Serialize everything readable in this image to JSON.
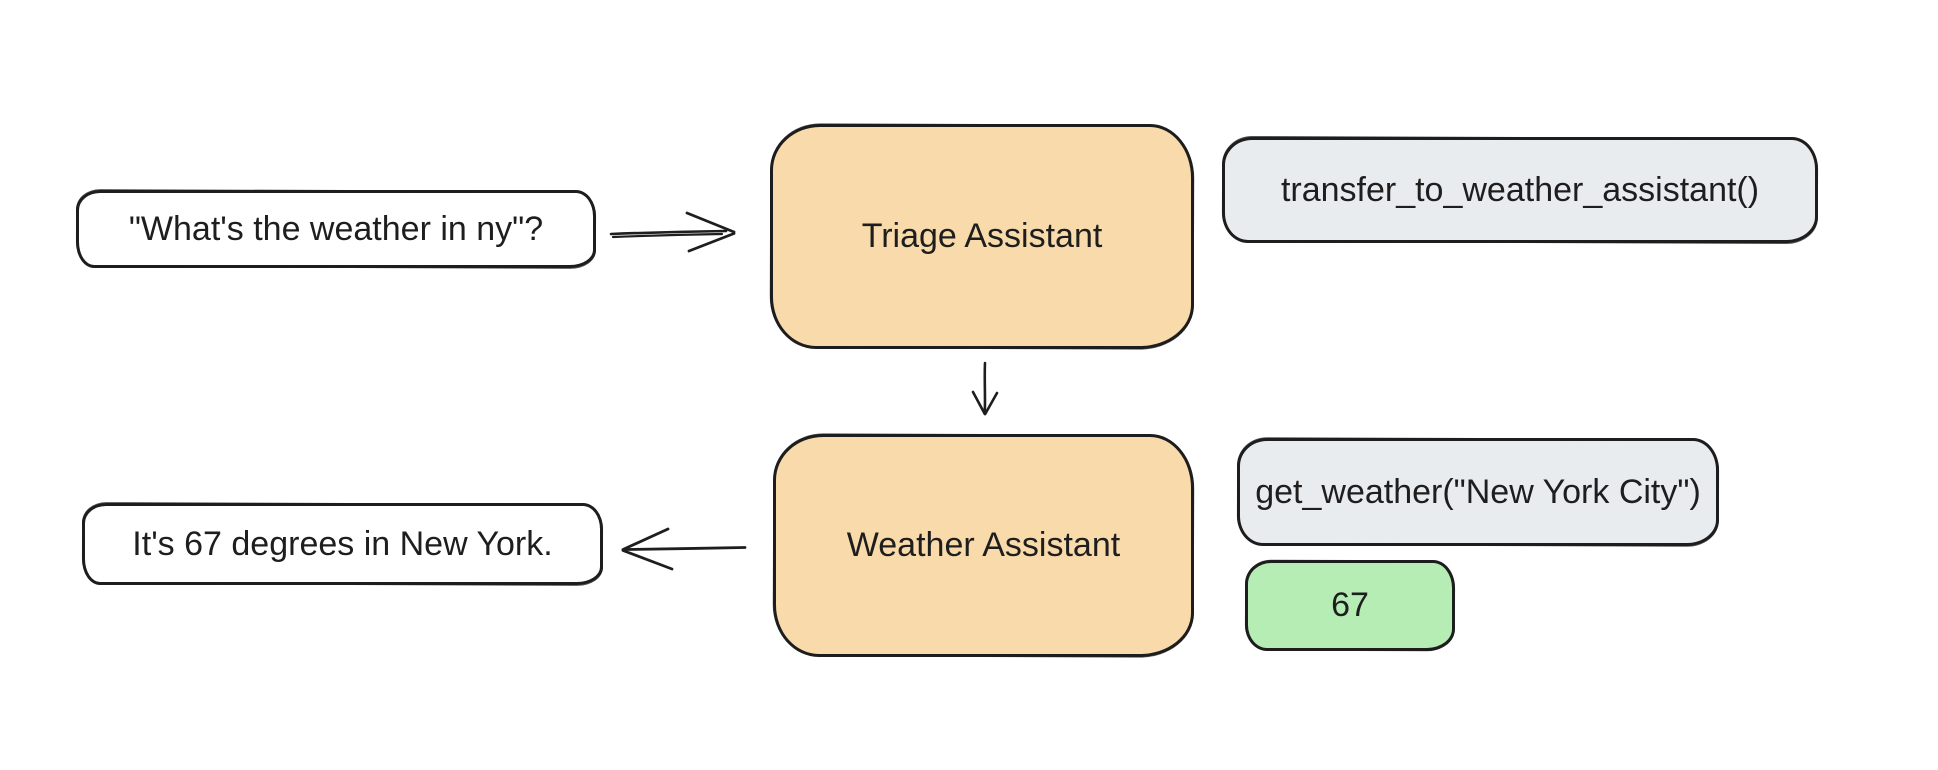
{
  "diagram": {
    "nodes": {
      "user_query": "\"What's the weather in ny\"?",
      "triage_assistant": "Triage Assistant",
      "transfer_call": "transfer_to_weather_assistant()",
      "weather_assistant": "Weather Assistant",
      "get_weather_call": "get_weather(\"New York City\")",
      "tool_result": "67",
      "final_response": "It's 67 degrees in New York."
    },
    "colors": {
      "agent_fill": "#f8daab",
      "call_fill": "#e9ecef",
      "result_fill": "#b5edb5",
      "stroke": "#1e1e1e",
      "background": "#ffffff"
    }
  }
}
